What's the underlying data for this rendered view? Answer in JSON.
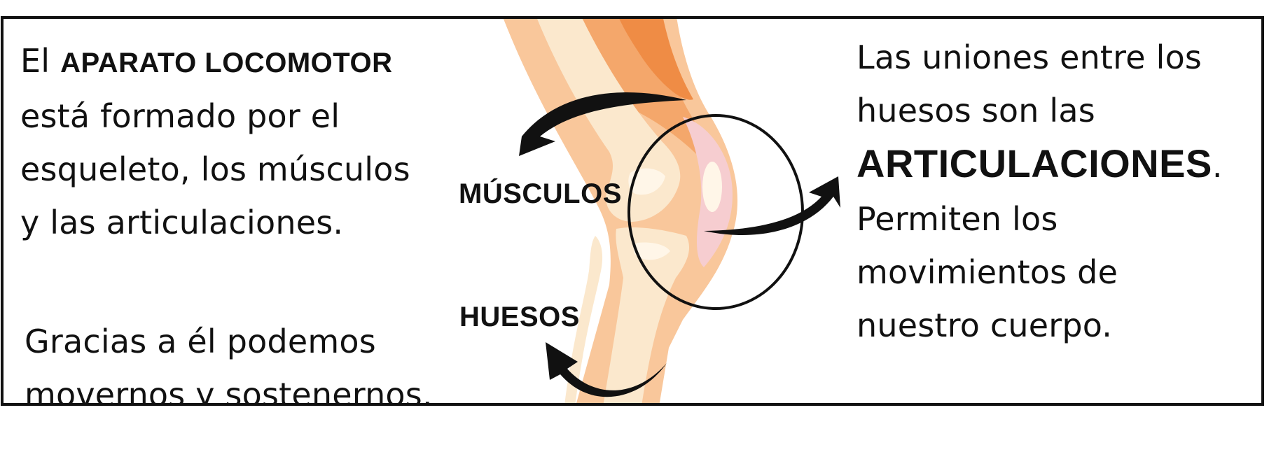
{
  "intro": {
    "l1_pre": "El ",
    "l1_strong": "APARATO LOCOMOTOR",
    "l2": "está formado por el",
    "l3": "esqueleto, los músculos",
    "l4": "y las articulaciones."
  },
  "thanks": {
    "l1": "Gracias a él podemos",
    "l2": "movernos y sostenernos."
  },
  "joints": {
    "l1": "Las uniones entre los",
    "l2": "huesos son las",
    "l3_strong": "ARTICULACIONES",
    "l3_post": ".",
    "l4": "Permiten los",
    "l5": "movimientos de",
    "l6": "nuestro cuerpo."
  },
  "labels": {
    "muscles": "MÚSCULOS",
    "bones": "HUESOS"
  },
  "colors": {
    "skin": "#f9c79b",
    "muscle": "#f4a76b",
    "muscle_dark": "#ef8c45",
    "bone": "#fbe8cd",
    "bone_highlight": "#fff6e8",
    "cartilage": "#f6cdd0",
    "outline": "#111111"
  }
}
